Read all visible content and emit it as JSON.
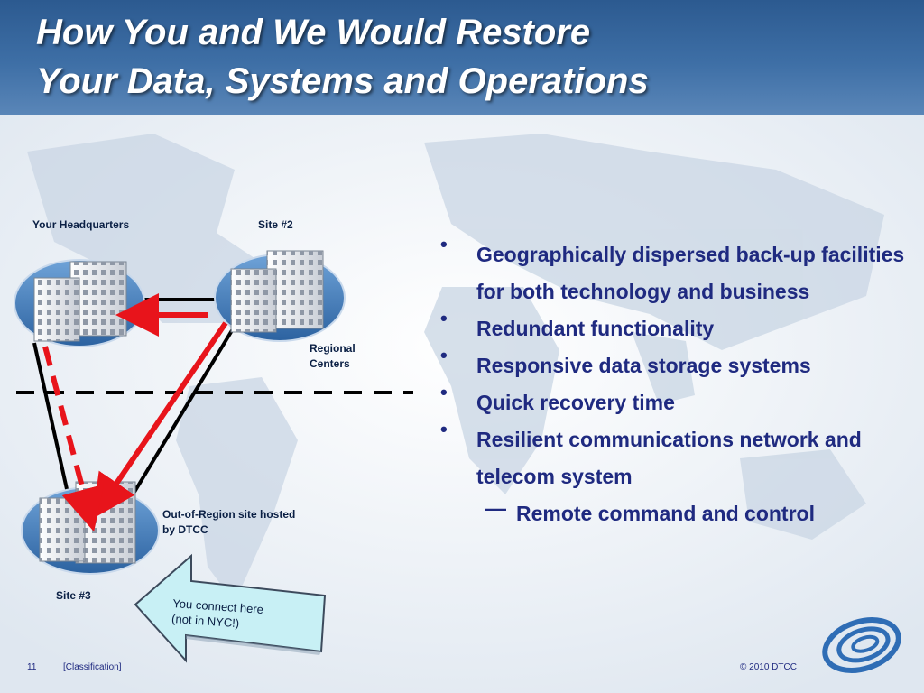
{
  "slide": {
    "title_line1": "How You and We Would Restore",
    "title_line2": "Your Data, Systems and Operations"
  },
  "diagram": {
    "labels": {
      "headquarters": "Your Headquarters",
      "site2": "Site #2",
      "regional_centers": "Regional\nCenters",
      "out_of_region": "Out-of-Region site hosted\nby DTCC",
      "site3": "Site #3"
    },
    "callout": "You connect here\n(not in NYC!)"
  },
  "bullets": [
    "Geographically dispersed back-up facilities for both technology and business",
    "Redundant functionality",
    "Responsive data storage systems",
    "Quick recovery time",
    "Resilient communications network and telecom system"
  ],
  "sub_bullet": {
    "dash": "—",
    "text": "Remote command and control"
  },
  "bullet_glyph": "•",
  "footer": {
    "page": "11",
    "classification": "[Classification]",
    "copyright": "© 2010  DTCC"
  },
  "colors": {
    "title": "#ffffff",
    "header": "#3e6fa6",
    "bullet_text": "#1f2a80",
    "arrow": "#e8141b",
    "building": "#3d78b6",
    "callout_fill": "#c8f0f5"
  }
}
